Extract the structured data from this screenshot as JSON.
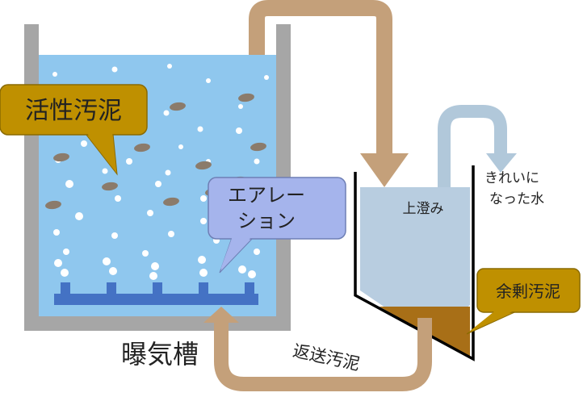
{
  "labels": {
    "aeration_tank": "曝気槽",
    "activated_sludge": "活性汚泥",
    "aeration_line1": "エアレー",
    "aeration_line2": "ション",
    "supernatant": "上澄み",
    "clean_water_line1": "きれいに",
    "clean_water_line2": "なった水",
    "excess_sludge": "余剰汚泥",
    "return_sludge": "返送汚泥"
  },
  "colors": {
    "tank_wall": "#a6a6a6",
    "water": "#8fc7ee",
    "clarifier_water": "#b8cde0",
    "sludge": "#a86f17",
    "pipe": "#c4a07a",
    "clean_pipe": "#b1c8da",
    "diffuser": "#4472c4",
    "callout_gold": "#bf9000",
    "callout_blue": "#a5b4ec",
    "floc": "#8b7b6b"
  },
  "icons": {
    "bubbles": "air-bubble-icon",
    "flocs": "sludge-floc-icon"
  }
}
